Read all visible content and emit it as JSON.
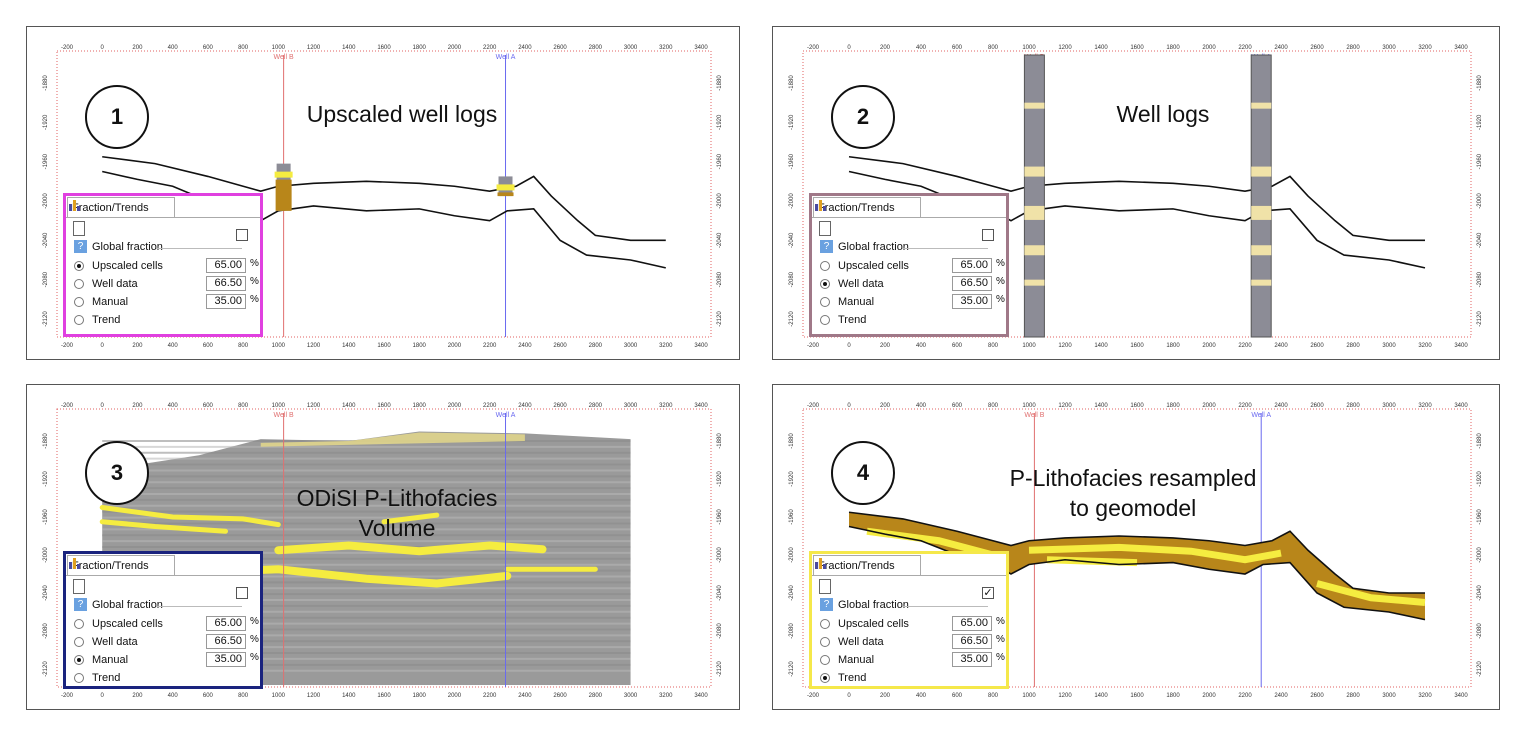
{
  "axis": {
    "x_ticks": [
      "-200",
      "0",
      "200",
      "400",
      "600",
      "800",
      "1000",
      "1200",
      "1400",
      "1600",
      "1800",
      "2000",
      "2200",
      "2400",
      "2600",
      "2800",
      "3000",
      "3200",
      "3400"
    ],
    "y_ticks": [
      "-1880",
      "-1920",
      "-1960",
      "-2000",
      "-2040",
      "-2080",
      "-2120"
    ],
    "well_b": "Well B",
    "well_a": "Well A"
  },
  "widget": {
    "tab_label": "Fraction/Trends",
    "section_label": "Global fraction",
    "percent_unit": "%",
    "options": [
      {
        "label": "Upscaled cells",
        "value": "65.00"
      },
      {
        "label": "Well data",
        "value": "66.50"
      },
      {
        "label": "Manual",
        "value": "35.00"
      },
      {
        "label": "Trend",
        "value": ""
      }
    ]
  },
  "panels": [
    {
      "number": "1",
      "title_lines": [
        "Upscaled well logs"
      ],
      "selected_option": 0,
      "checkbox_checked": false,
      "frame_color": "#e040e0"
    },
    {
      "number": "2",
      "title_lines": [
        "Well logs"
      ],
      "selected_option": 1,
      "checkbox_checked": false,
      "frame_color": "#a07888"
    },
    {
      "number": "3",
      "title_lines": [
        "ODiSI P-Lithofacies",
        "Volume"
      ],
      "selected_option": 2,
      "checkbox_checked": false,
      "frame_color": "#1a237e"
    },
    {
      "number": "4",
      "title_lines": [
        "P-Lithofacies resampled",
        "to geomodel"
      ],
      "selected_option": 3,
      "checkbox_checked": true,
      "frame_color": "#f5e84a"
    }
  ],
  "colors": {
    "grid_red": "#e06060",
    "well_b": "#e07070",
    "well_a": "#6a6af0",
    "sand": "#b8861a",
    "sand_yellow": "#f5ec40",
    "seismic_gray": "#9a9a9a"
  }
}
